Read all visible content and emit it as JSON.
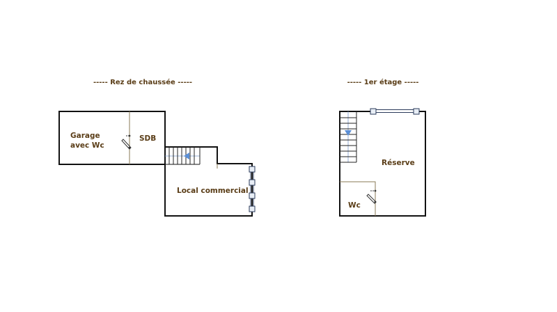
{
  "plans": [
    {
      "title": "----- Rez de chaussée -----",
      "rooms": [
        {
          "name": "garage",
          "label_line1": "Garage",
          "label_line2": "avec Wc"
        },
        {
          "name": "sdb",
          "label": "SDB"
        },
        {
          "name": "local-commercial",
          "label": "Local commercial"
        }
      ]
    },
    {
      "title": "----- 1er étage -----",
      "rooms": [
        {
          "name": "reserve",
          "label": "Réserve"
        },
        {
          "name": "wc",
          "label": "Wc"
        }
      ]
    }
  ],
  "colors": {
    "wall": "#111111",
    "partition": "#8a7a55",
    "label": "#5a3d17",
    "stair_arrow": "#5b8fd6",
    "window_fill": "#e8eef6",
    "window_stroke": "#2a3a5a"
  }
}
